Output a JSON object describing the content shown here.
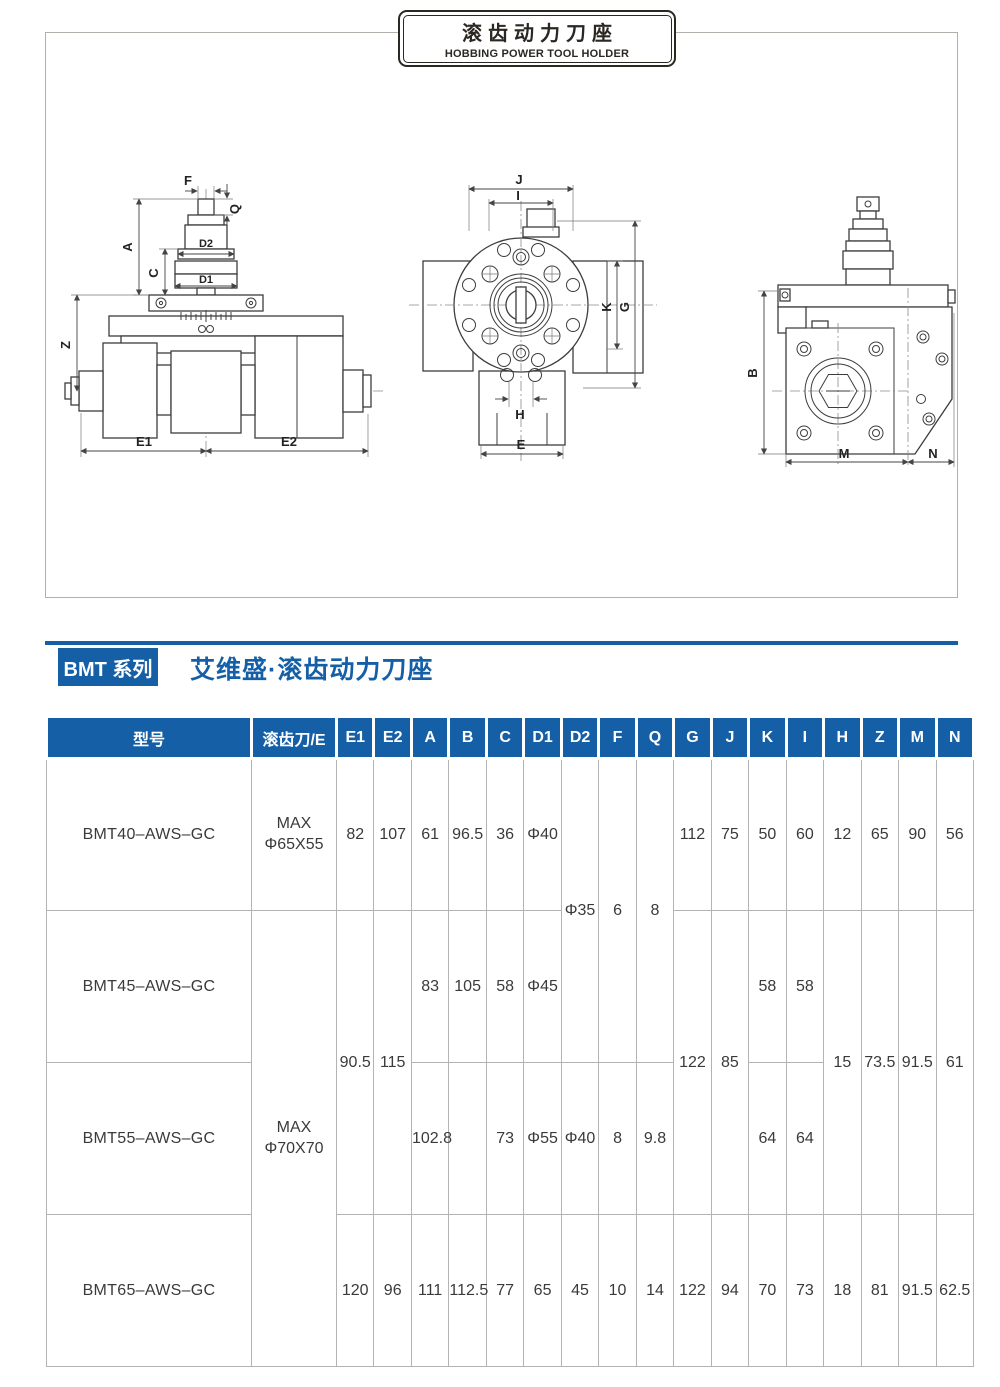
{
  "colors": {
    "accent_blue": "#155fa6",
    "grid_gray": "#b3b3b3",
    "line_dark": "#3d3d3d"
  },
  "banner": {
    "title_zh": "滚齿动力刀座",
    "title_en": "HOBBING POWER TOOL HOLDER"
  },
  "section": {
    "series": "BMT 系列",
    "title": "艾维盛·滚齿动力刀座"
  },
  "drawings": {
    "front": {
      "labels": {
        "F": "F",
        "Q": "Q",
        "A": "A",
        "C": "C",
        "D2": "D2",
        "D1": "D1",
        "Z": "Z",
        "E1": "E1",
        "E2": "E2"
      }
    },
    "axial": {
      "labels": {
        "J": "J",
        "I": "I",
        "K": "K",
        "G": "G",
        "H": "H",
        "E": "E"
      }
    },
    "side": {
      "labels": {
        "B": "B",
        "M": "M",
        "N": "N"
      }
    }
  },
  "table": {
    "headers": [
      "型号",
      "滚齿刀/E",
      "E1",
      "E2",
      "A",
      "B",
      "C",
      "D1",
      "D2",
      "F",
      "Q",
      "G",
      "J",
      "K",
      "I",
      "H",
      "Z",
      "M",
      "N"
    ],
    "rows": {
      "bmt40": {
        "model": "BMT40–AWS–GC",
        "hob_max": "MAX",
        "hob_size": "Φ65X55",
        "e1": "82",
        "e2": "107",
        "a": "61",
        "b": "96.5",
        "c": "36",
        "d1": "Φ40",
        "g": "112",
        "j": "75",
        "k": "50",
        "i": "60",
        "h": "12",
        "z": "65",
        "m": "90",
        "n": "56"
      },
      "bmt45": {
        "model": "BMT45–AWS–GC",
        "a": "83",
        "b": "105",
        "c": "58",
        "d1": "Φ45",
        "k": "58",
        "i": "58"
      },
      "bmt55": {
        "model": "BMT55–AWS–GC",
        "a": "102.8",
        "c": "73",
        "d1": "Φ55",
        "d2": "Φ40",
        "f": "8",
        "q": "9.8",
        "k": "64",
        "i": "64"
      },
      "bmt65": {
        "model": "BMT65–AWS–GC",
        "e1": "120",
        "e2": "96",
        "a": "111",
        "b": "112.5",
        "c": "77",
        "d1": "65",
        "d2": "45",
        "f": "10",
        "q": "14",
        "g": "122",
        "j": "94",
        "k": "70",
        "i": "73",
        "h": "18",
        "z": "81",
        "m": "91.5",
        "n": "62.5"
      }
    },
    "merged": {
      "hob_45_65_max": "MAX",
      "hob_45_65_size": "Φ70X70",
      "d2_40_45": "Φ35",
      "f_40_45": "6",
      "q_40_45": "8",
      "e1_45_55": "90.5",
      "e2_45_55": "115",
      "g_45_55": "122",
      "j_45_55": "85",
      "h_45_55": "15",
      "z_45_55": "73.5",
      "m_45_55": "91.5",
      "n_45_55": "61"
    }
  }
}
